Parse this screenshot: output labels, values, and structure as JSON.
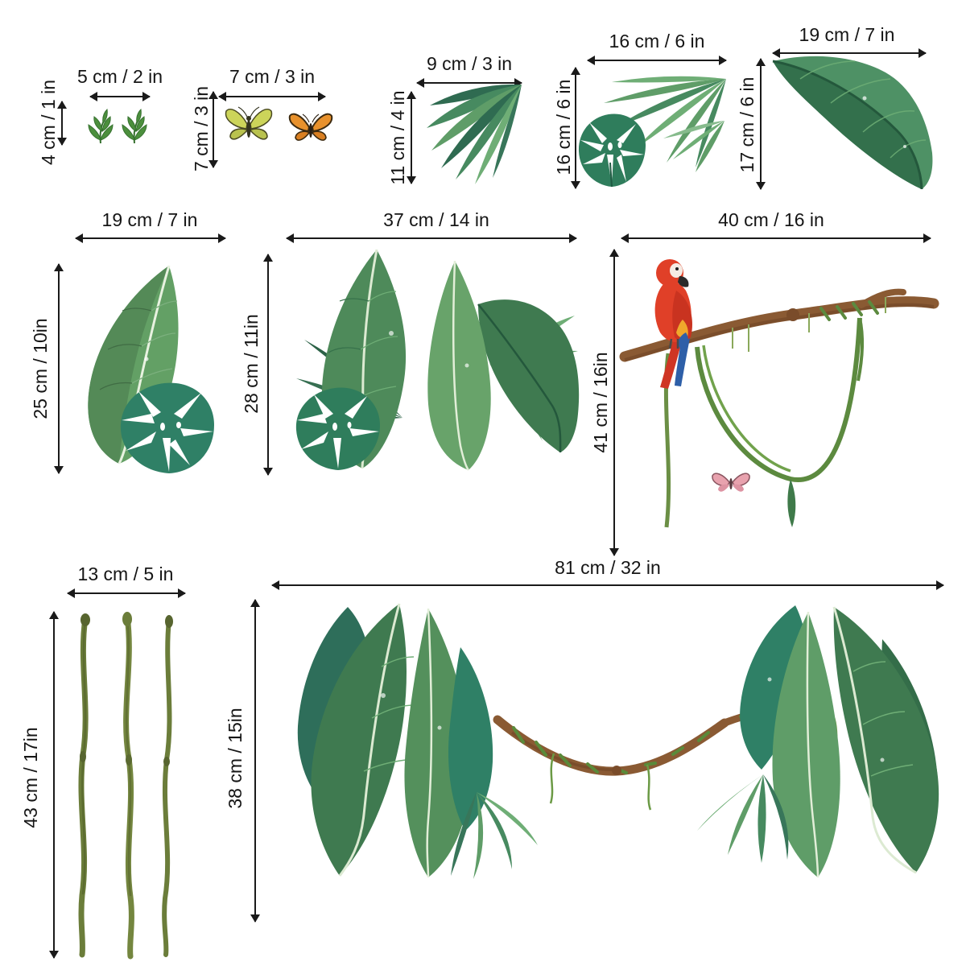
{
  "items": [
    {
      "name": "small-leaves",
      "width": "5 cm / 2 in",
      "height": "4 cm / 1 in"
    },
    {
      "name": "butterflies",
      "width": "7 cm / 3 in",
      "height": "7 cm / 3 in"
    },
    {
      "name": "palm-frond",
      "width": "9 cm / 3 in",
      "height": "11 cm / 4 in"
    },
    {
      "name": "monstera-and-palm",
      "width": "16 cm / 6 in",
      "height": "16 cm / 6 in"
    },
    {
      "name": "banana-leaf",
      "width": "19 cm / 7 in",
      "height": "17 cm / 6 in"
    },
    {
      "name": "tall-banana-leaf",
      "width": "19 cm / 7 in",
      "height": "25 cm / 10in"
    },
    {
      "name": "leaf-cluster",
      "width": "37 cm / 14 in",
      "height": "28 cm / 11in"
    },
    {
      "name": "parrot-on-branch",
      "width": "40 cm / 16 in",
      "height": "41 cm / 16in"
    },
    {
      "name": "vines",
      "width": "13 cm / 5 in",
      "height": "43 cm / 17in"
    },
    {
      "name": "leaf-garland",
      "width": "81 cm / 32 in",
      "height": "38 cm / 15in"
    }
  ],
  "colors": {
    "background": "#ffffff",
    "dimension_lines": "#1a1a1a",
    "leaf_green_dark": "#2e6e4e",
    "leaf_green": "#4e8a5a",
    "leaf_green_light": "#6fae76",
    "monstera_teal": "#2f8066",
    "parrot_red": "#e04028",
    "parrot_blue": "#2e5fa8",
    "parrot_yellow": "#f0a82c",
    "branch_brown": "#8a5a33",
    "vine_green": "#6b7d3a",
    "butterfly_orange": "#e8912c",
    "butterfly_yellow": "#ccd45a",
    "butterfly_pink": "#e8a2ae"
  }
}
